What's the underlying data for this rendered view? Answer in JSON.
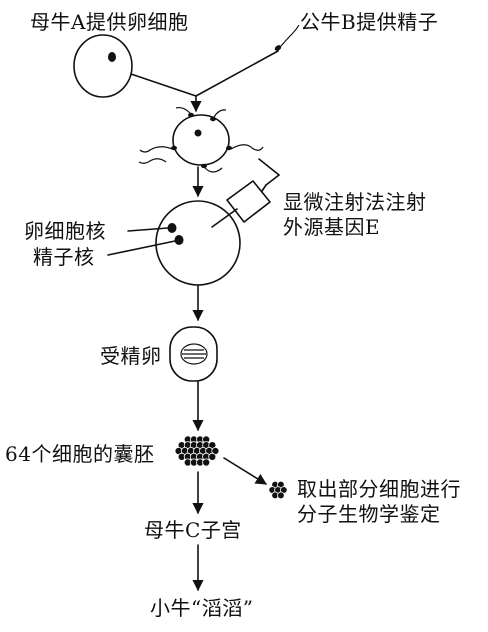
{
  "labels": {
    "cow_a": "母牛A提供卵细胞",
    "bull_b": "公牛B提供精子",
    "microinjection": "显微注射法注射",
    "foreign_gene": "外源基因E",
    "egg_nucleus": "卵细胞核",
    "sperm_nucleus": "精子核",
    "zygote": "受精卵",
    "blastocyst": "64个细胞的囊胚",
    "extract_cells": "取出部分细胞进行",
    "molecular_id": "分子生物学鉴定",
    "cow_c": "母牛C子宫",
    "calf": "小牛“滔滔”"
  },
  "colors": {
    "ink": "#111111",
    "background": "#ffffff"
  }
}
